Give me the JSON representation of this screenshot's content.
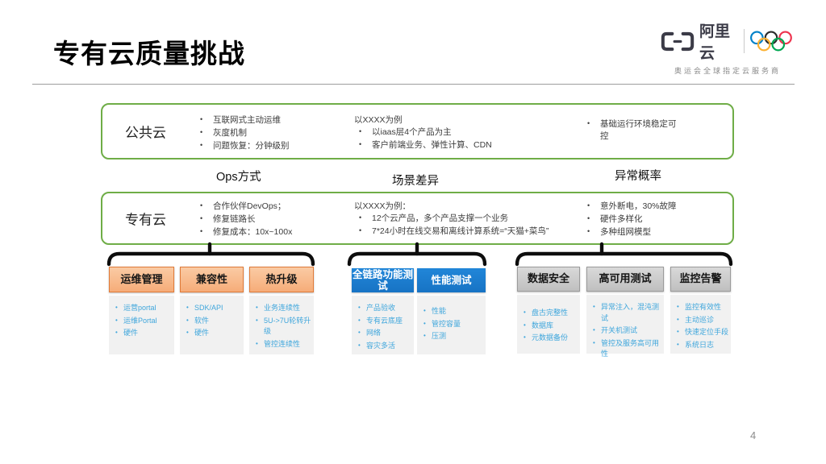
{
  "page": {
    "title": "专有云质量挑战",
    "page_number": "4"
  },
  "logo": {
    "brand": "阿里云",
    "tagline": "奥运会全球指定云服务商",
    "ring_colors": [
      "#0081C8",
      "#2B2B2B",
      "#EE334E",
      "#FCB131",
      "#00A651"
    ]
  },
  "comparison": {
    "axis_labels": [
      "Ops方式",
      "场景差异",
      "异常概率"
    ],
    "public_cloud": {
      "label": "公共云",
      "ops": [
        "互联网式主动运维",
        "灰度机制",
        "问题恢复：分钟级别"
      ],
      "scenario_title": "以XXXX为例",
      "scenario": [
        "以iaas层4个产品为主",
        "客户前端业务、弹性计算、CDN"
      ],
      "risk": [
        "基础运行环境稳定可控"
      ]
    },
    "private_cloud": {
      "label": "专有云",
      "ops": [
        "合作伙伴DevOps；",
        "修复链路长",
        "修复成本：10x~100x"
      ],
      "scenario_title": "以XXXX为例：",
      "scenario": [
        "12个云产品，多个产品支撑一个业务",
        "7*24小时在线交易和离线计算系统=“天猫+菜鸟”"
      ],
      "risk": [
        "意外断电，30%故障",
        "硬件多样化",
        "多种组网模型"
      ]
    }
  },
  "groups": [
    {
      "theme": "orange",
      "columns": [
        {
          "header": "运维管理",
          "items": [
            "运营portal",
            "运维Portal",
            "硬件"
          ]
        },
        {
          "header": "兼容性",
          "items": [
            "SDK/API",
            "软件",
            "硬件"
          ]
        },
        {
          "header": "热升级",
          "items": [
            "业务连续性",
            "5U->7U轮转升级",
            "管控连续性"
          ]
        }
      ]
    },
    {
      "theme": "blue",
      "columns": [
        {
          "header": "全链路功能测试",
          "items": [
            "产品验收",
            "专有云底座",
            "网络",
            "容灾多活"
          ]
        },
        {
          "header": "性能测试",
          "items": [
            "性能",
            "管控容量",
            "压测"
          ]
        }
      ]
    },
    {
      "theme": "gray",
      "columns": [
        {
          "header": "数据安全",
          "items": [
            "盘古完整性",
            "数据库",
            "元数据备份"
          ]
        },
        {
          "header": "高可用测试",
          "items": [
            "异常注入，混沌测试",
            "开关机测试",
            "管控及服务高可用性"
          ]
        },
        {
          "header": "监控告警",
          "items": [
            "监控有效性",
            "主动巡诊",
            "快速定位手段",
            "系统日志"
          ]
        }
      ]
    }
  ],
  "colors": {
    "green_border": "#6FAD47",
    "orange_fill": "#F8BC8E",
    "orange_border": "#E07B39",
    "blue_fill": "#1B7CCE",
    "gray_fill": "#C9C9C9",
    "list_bg": "#F1F1F1",
    "list_text": "#3FA6DC"
  }
}
